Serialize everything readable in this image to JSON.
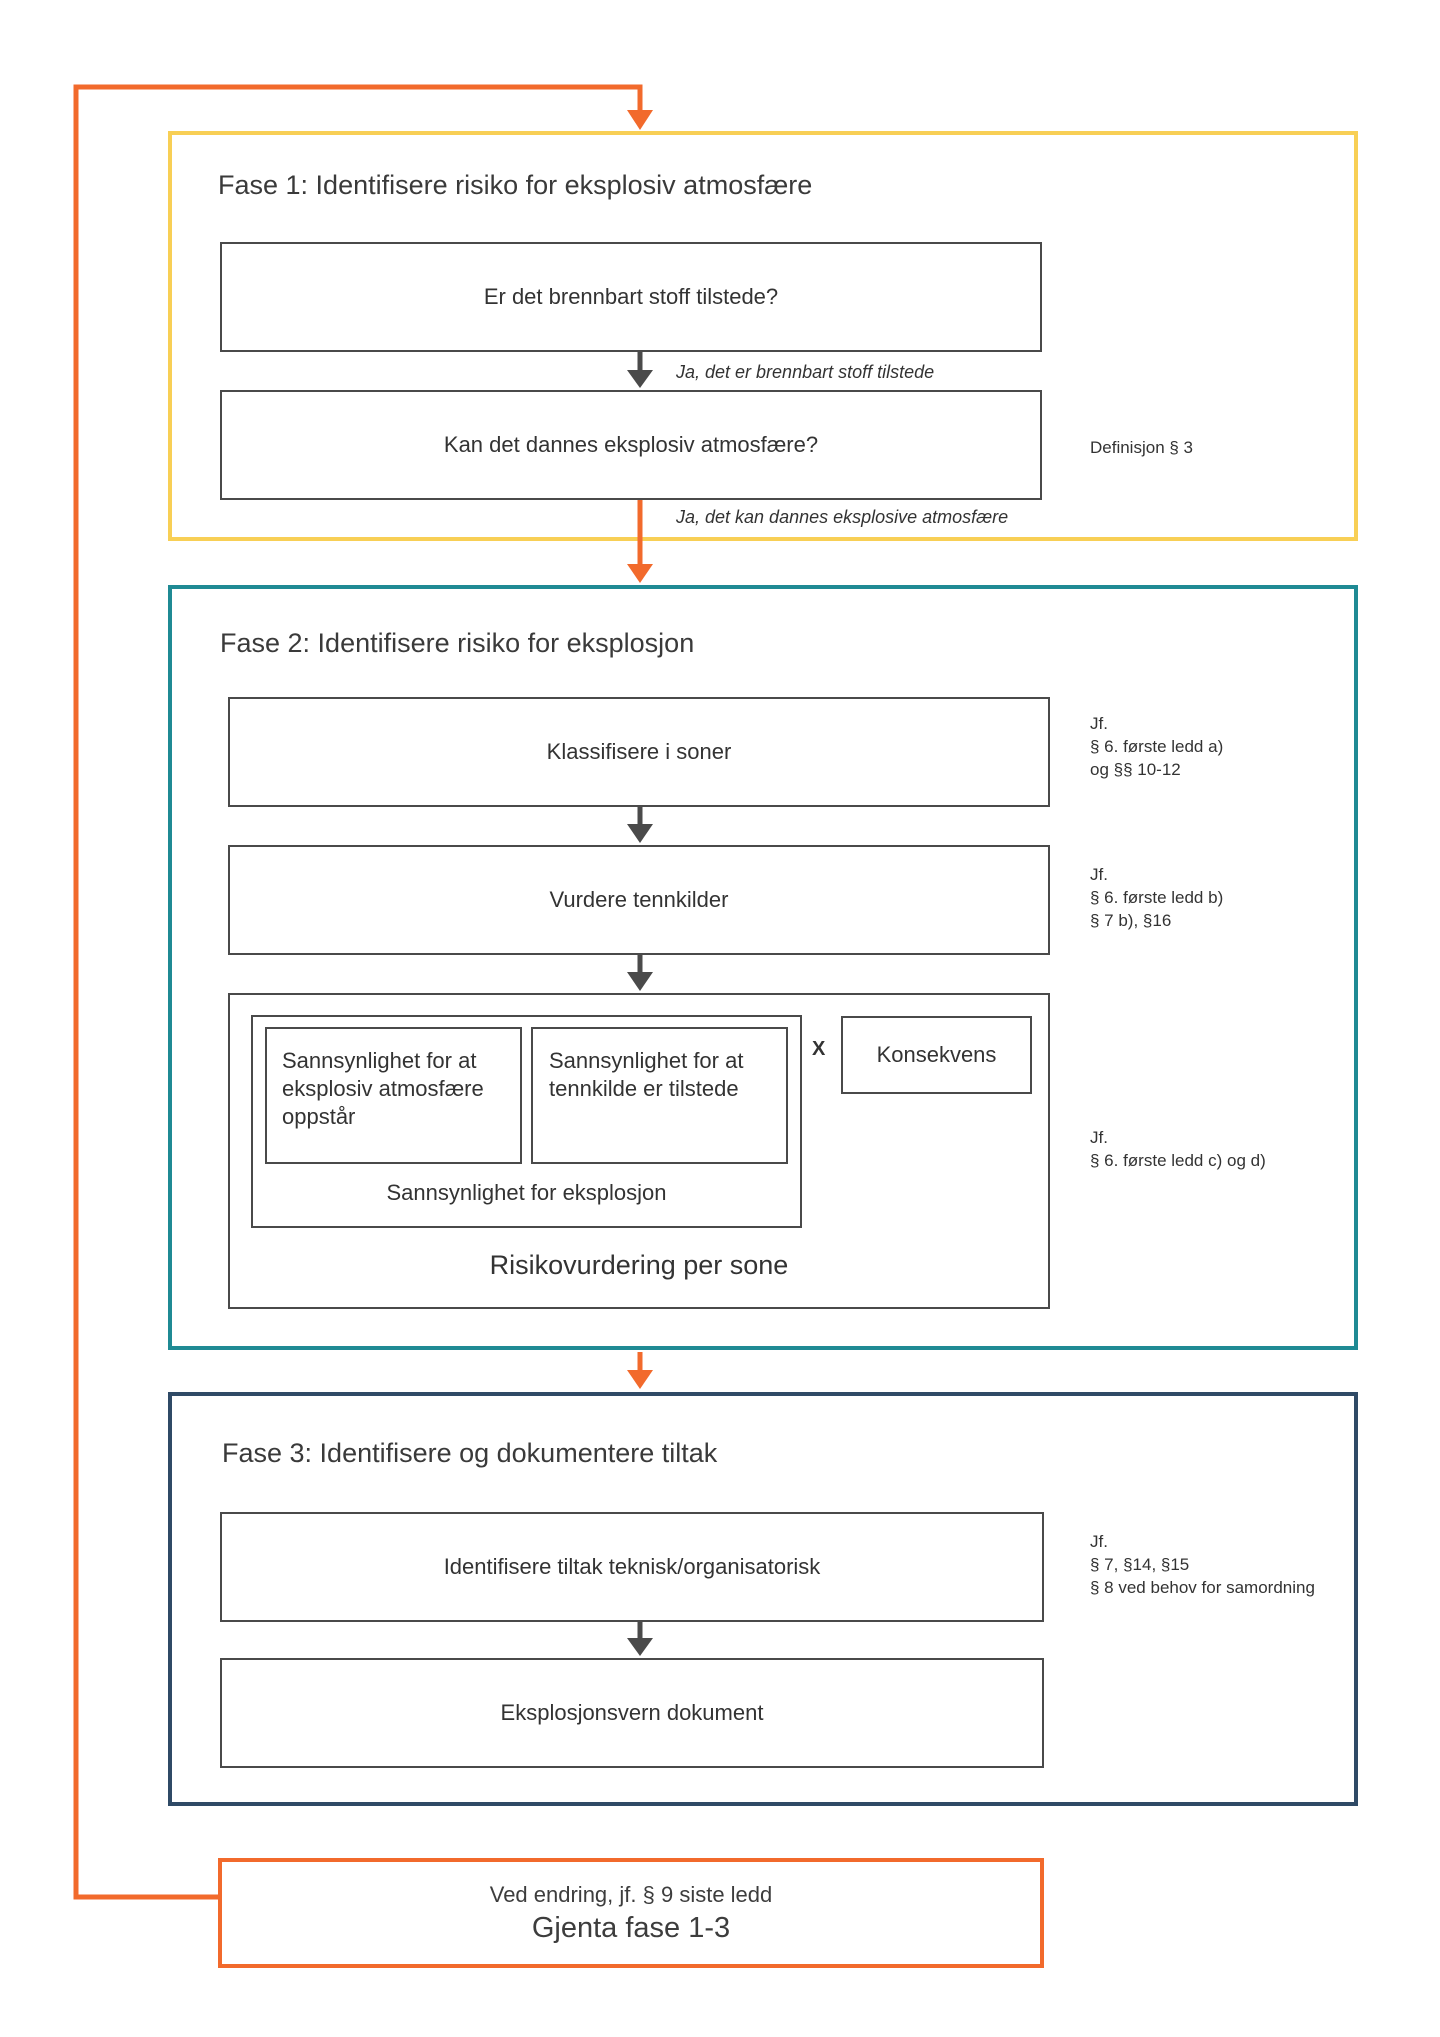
{
  "phase1": {
    "title": "Fase 1: Identifisere risiko for eksplosiv atmosfære",
    "q1": "Er det brennbart stoff tilstede?",
    "a1": "Ja, det er brennbart stoff tilstede",
    "q2": "Kan det dannes eksplosiv atmosfære?",
    "a2": "Ja, det kan dannes eksplosive atmosfære",
    "note": "Definisjon § 3"
  },
  "phase2": {
    "title": "Fase 2: Identifisere risiko for eksplosjon",
    "step1": "Klassifisere i soner",
    "step1_note": [
      "Jf.",
      "§ 6. første ledd a)",
      "og  §§ 10-12"
    ],
    "step2": "Vurdere tennkilder",
    "step2_note": [
      "Jf.",
      "§ 6. første ledd b)",
      "§ 7 b), §16"
    ],
    "prob_atm": [
      "Sannsynlighet for at",
      "eksplosiv atmosfære",
      "oppstår"
    ],
    "prob_ign": [
      "Sannsynlighet for at",
      "tennkilde er tilstede"
    ],
    "times": "X",
    "consequence": "Konsekvens",
    "prob_explosion": "Sannsynlighet for eksplosjon",
    "risk_per_zone": "Risikovurdering per sone",
    "risk_note": [
      "Jf.",
      "§ 6. første ledd c) og d)"
    ]
  },
  "phase3": {
    "title": "Fase 3: Identifisere og dokumentere tiltak",
    "step1": "Identifisere tiltak teknisk/organisatorisk",
    "step1_note": [
      "Jf.",
      "§ 7, §14, §15",
      "§ 8 ved behov for samordning"
    ],
    "step2": "Eksplosjonsvern dokument"
  },
  "repeat": {
    "line1": "Ved endring, jf. § 9 siste ledd",
    "line2": "Gjenta fase 1-3"
  },
  "colors": {
    "orange": "#f26a2c",
    "yellow": "#f8cf55",
    "teal": "#1f8a94",
    "navy": "#2f4a66",
    "arrow": "#4a4a4a"
  }
}
